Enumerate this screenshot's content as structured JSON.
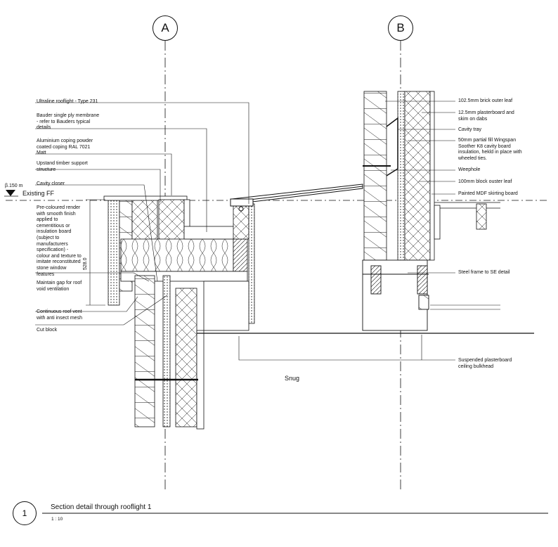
{
  "grid": {
    "a": "A",
    "b": "B"
  },
  "level": {
    "value": "β.150 m",
    "name": "Existing FF"
  },
  "dimension": "528.0",
  "room": "Snug",
  "title": {
    "number": "1",
    "text": "Section detail through rooflight 1",
    "scale": "1 : 10"
  },
  "left_labels": [
    "Ultraline rooflight - Type 231",
    "Bauder single ply membrane\n- refer to Bauders typical\ndetails",
    "Aluminium coping powder\ncoated coping RAL 7021\nMatt",
    "Upstand timber support\nstructure",
    "Cavity closer",
    "Pre-coloured render\nwith smooth finish\napplied to\ncementitious or\ninsulation board\n(subject to\nmanufacturers\nspecification) -\ncolour and texture to\nimitate reconstituted\nstone window\nfeatures",
    "Maintain gap for roof\nvoid ventilation",
    "Continuous roof vent\nwith anti insect mesh",
    "Cut block"
  ],
  "right_labels": [
    "102.5mm brick outer leaf",
    "12.5mm plasterboard and\nskim on dabs",
    "Cavity tray",
    "50mm partial fill Wingspan\nSoother K8 cavity board\ninsulation, hekld in place with\nwheeled ties.",
    "Weephole",
    "100mm block ouster leaf",
    "Painted MDF skirting board",
    "Steel frame to SE detail",
    "Suspended plasterboard\nceiling bulkhead"
  ],
  "colors": {
    "line": "#111111",
    "paper": "#ffffff"
  }
}
